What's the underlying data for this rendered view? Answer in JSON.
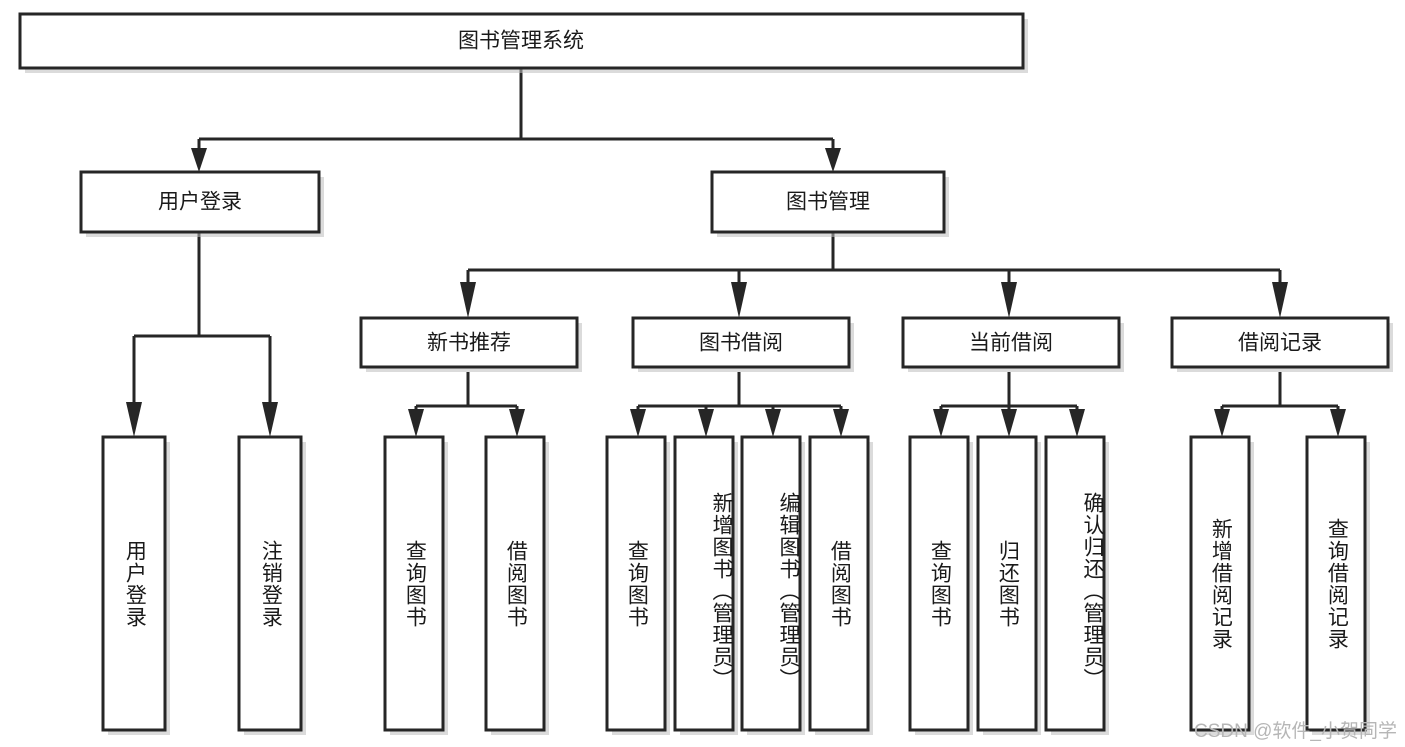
{
  "diagram": {
    "type": "tree",
    "title": "图书管理系统",
    "orientation": "top-down",
    "background_color": "#ffffff",
    "box_stroke_color": "#262626",
    "box_fill_color": "#ffffff",
    "connector_color": "#262626",
    "text_color": "#1a1a1a",
    "nodes": {
      "root": {
        "label": "图书管理系统",
        "level": 0,
        "text_direction": "horizontal"
      },
      "user_login": {
        "label": "用户登录",
        "level": 1,
        "text_direction": "horizontal"
      },
      "book_manage": {
        "label": "图书管理",
        "level": 1,
        "text_direction": "horizontal"
      },
      "new_book_rec": {
        "label": "新书推荐",
        "level": 2,
        "text_direction": "horizontal"
      },
      "book_borrow": {
        "label": "图书借阅",
        "level": 2,
        "text_direction": "horizontal"
      },
      "current_borrow": {
        "label": "当前借阅",
        "level": 2,
        "text_direction": "horizontal"
      },
      "borrow_record": {
        "label": "借阅记录",
        "level": 2,
        "text_direction": "horizontal"
      },
      "leaf_user_login": {
        "label": "用户登录",
        "level": 3,
        "text_direction": "vertical"
      },
      "leaf_logout": {
        "label": "注销登录",
        "level": 3,
        "text_direction": "vertical"
      },
      "leaf_query_book_1": {
        "label": "查询图书",
        "level": 3,
        "text_direction": "vertical"
      },
      "leaf_borrow_book_1": {
        "label": "借阅图书",
        "level": 3,
        "text_direction": "vertical"
      },
      "leaf_query_book_2": {
        "label": "查询图书",
        "level": 3,
        "text_direction": "vertical"
      },
      "leaf_add_book": {
        "label": "新增图书（管理员）",
        "level": 3,
        "text_direction": "vertical"
      },
      "leaf_edit_book": {
        "label": "编辑图书（管理员）",
        "level": 3,
        "text_direction": "vertical"
      },
      "leaf_borrow_book_2": {
        "label": "借阅图书",
        "level": 3,
        "text_direction": "vertical"
      },
      "leaf_query_book_3": {
        "label": "查询图书",
        "level": 3,
        "text_direction": "vertical"
      },
      "leaf_return_book": {
        "label": "归还图书",
        "level": 3,
        "text_direction": "vertical"
      },
      "leaf_confirm_return": {
        "label": "确认归还（管理员）",
        "level": 3,
        "text_direction": "vertical"
      },
      "leaf_add_record": {
        "label": "新增借阅记录",
        "level": 3,
        "text_direction": "vertical"
      },
      "leaf_query_record": {
        "label": "查询借阅记录",
        "level": 3,
        "text_direction": "vertical"
      }
    },
    "edges": [
      {
        "from": "root",
        "to": "user_login"
      },
      {
        "from": "root",
        "to": "book_manage"
      },
      {
        "from": "book_manage",
        "to": "new_book_rec"
      },
      {
        "from": "book_manage",
        "to": "book_borrow"
      },
      {
        "from": "book_manage",
        "to": "current_borrow"
      },
      {
        "from": "book_manage",
        "to": "borrow_record"
      },
      {
        "from": "user_login",
        "to": "leaf_user_login"
      },
      {
        "from": "user_login",
        "to": "leaf_logout"
      },
      {
        "from": "new_book_rec",
        "to": "leaf_query_book_1"
      },
      {
        "from": "new_book_rec",
        "to": "leaf_borrow_book_1"
      },
      {
        "from": "book_borrow",
        "to": "leaf_query_book_2"
      },
      {
        "from": "book_borrow",
        "to": "leaf_add_book"
      },
      {
        "from": "book_borrow",
        "to": "leaf_edit_book"
      },
      {
        "from": "book_borrow",
        "to": "leaf_borrow_book_2"
      },
      {
        "from": "current_borrow",
        "to": "leaf_query_book_3"
      },
      {
        "from": "current_borrow",
        "to": "leaf_return_book"
      },
      {
        "from": "current_borrow",
        "to": "leaf_confirm_return"
      },
      {
        "from": "borrow_record",
        "to": "leaf_add_record"
      },
      {
        "from": "borrow_record",
        "to": "leaf_query_record"
      }
    ]
  },
  "watermark": {
    "text": "CSDN @软件_小贺同学"
  }
}
